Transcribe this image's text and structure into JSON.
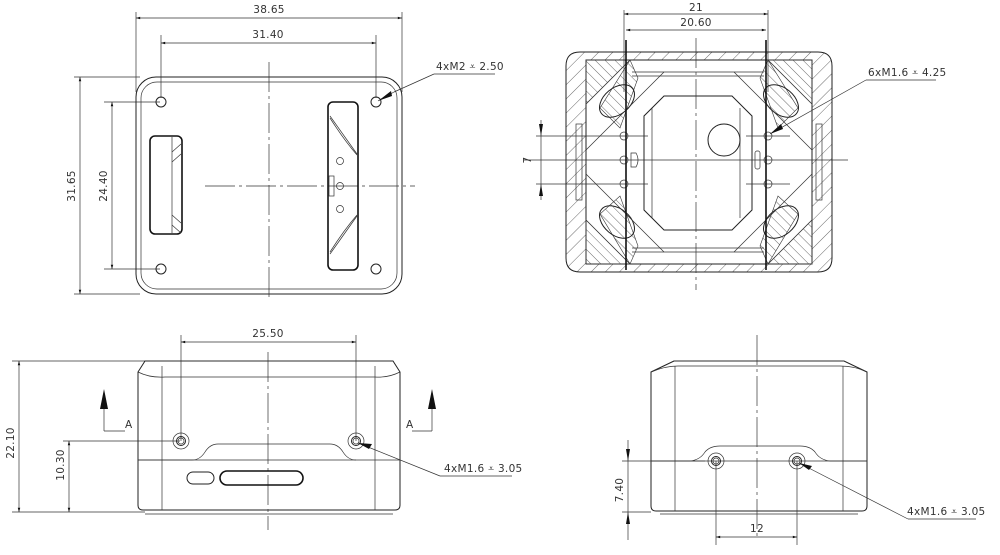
{
  "drawing": {
    "top_view": {
      "overall_width": "38.65",
      "hole_spacing_x": "31.40",
      "overall_height": "31.65",
      "hole_spacing_y": "24.40",
      "hole_callout": "4xM2 ⩡ 2.50"
    },
    "section_view": {
      "width_outer": "21",
      "width_inner": "20.60",
      "vertical_dim": "7",
      "hole_callout": "6xM1.6 ⩡ 4.25"
    },
    "front_view": {
      "height": "22.10",
      "hole_height": "10.30",
      "hole_spacing": "25.50",
      "section_label_left": "A",
      "section_label_right": "A",
      "hole_callout": "4xM1.6 ⩡ 3.05"
    },
    "side_view": {
      "hole_height": "7.40",
      "hole_spacing": "12",
      "hole_callout": "4xM1.6 ⩡ 3.05"
    }
  }
}
